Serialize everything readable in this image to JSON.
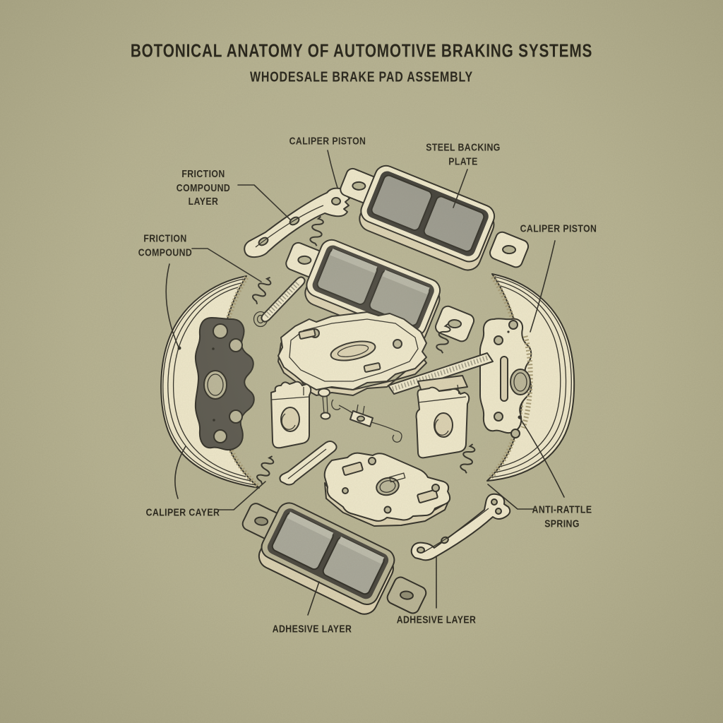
{
  "title": "BOTONICAL ANATOMY OF AUTOMOTIVE BRAKING SYSTEMS",
  "subtitle": "WHODESALE BRAKE PAD ASSEMBLY",
  "labels": {
    "caliper_piston_top": "CALIPER PISTON",
    "steel_backing_plate": "STEEL BACKING\nPLATE",
    "friction_compound_layer": "FRICTION\nCOMPOUND\nLAYER",
    "friction_compound": "FRICTION\nCOMPOUND",
    "caliper_piston_right": "CALIPER PISTON",
    "caliper_cayer": "CALIPER CAYER",
    "anti_rattle_spring": "ANTI-RATTLE\nSPRING",
    "adhesive_layer_left": "ADHESIVE LAYER",
    "adhesive_layer_right": "ADHESIVE LAYER"
  },
  "colors": {
    "background": "#b4b08f",
    "ink": "#2c2a22",
    "cream": "#ece5c7",
    "cream_shadow": "#d8cead",
    "pad_gray": "#9d9c8d",
    "dark_rim": "#413e36",
    "dark_plate": "#565349"
  }
}
